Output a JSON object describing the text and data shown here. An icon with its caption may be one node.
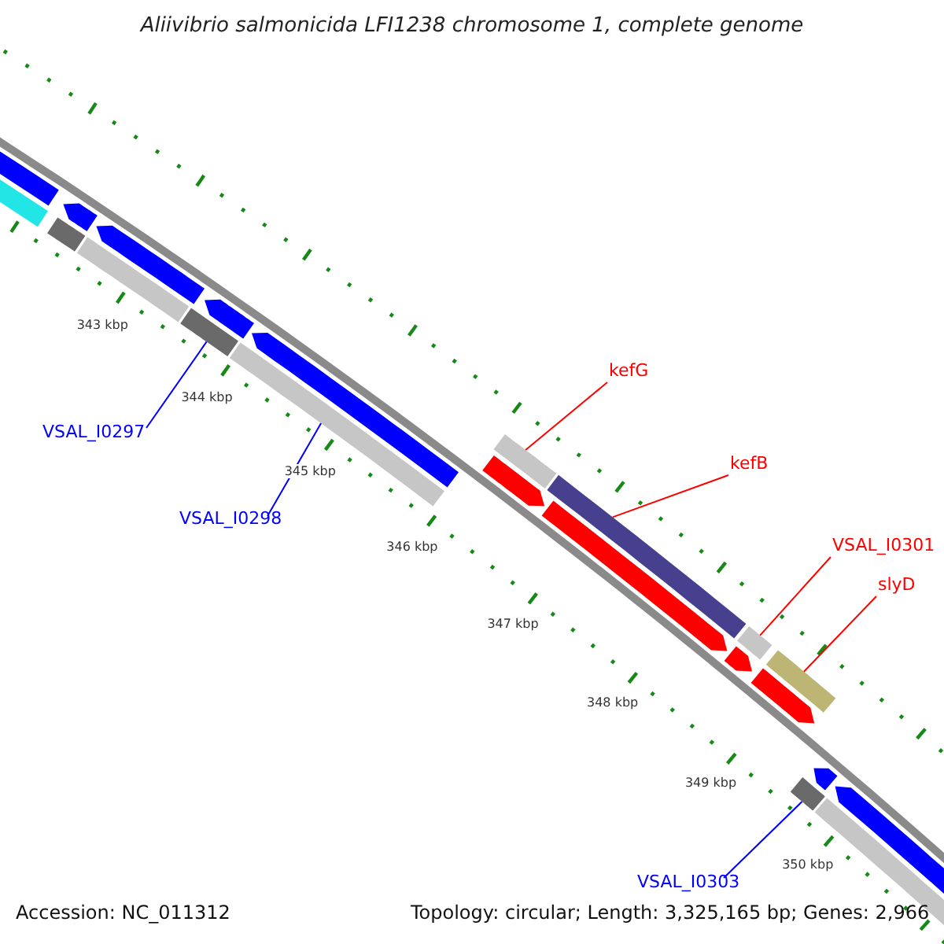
{
  "diagram": {
    "title": "Aliivibrio salmonicida LFI1238 chromosome 1, complete genome",
    "nodes": [
      {
        "text": [
          "kefG"
        ]
      },
      {
        "text": [
          "VSAL_I0297"
        ]
      },
      {
        "text": [
          "kefB"
        ]
      },
      {
        "text": [
          "VSAL_I0298"
        ]
      },
      {
        "text": [
          "VSAL_I0301"
        ]
      },
      {
        "text": [
          "slyD"
        ]
      },
      {
        "text": [
          "VSAL_I0303"
        ]
      },
      {
        "text": [],
        "shape": "arrow"
      },
      {
        "text": [],
        "shape": "bar"
      },
      {
        "text": [],
        "shape": "arrow"
      },
      {
        "text": [],
        "shape": "bar"
      },
      {
        "text": [],
        "shape": "bar"
      },
      {
        "text": [],
        "shape": "arrow"
      },
      {
        "text": [],
        "shape": "bar"
      },
      {
        "text": [],
        "shape": "arrow"
      },
      {
        "text": [],
        "shape": "bar"
      },
      {
        "text": [],
        "shape": "arrow"
      },
      {
        "text": [],
        "shape": "bar"
      },
      {
        "text": [],
        "shape": "arrow"
      },
      {
        "text": [],
        "shape": "bar"
      },
      {
        "text": [],
        "shape": "arrow"
      },
      {
        "text": [],
        "shape": "bar"
      },
      {
        "text": [],
        "shape": "arrow"
      },
      {
        "text": [],
        "shape": "bar"
      },
      {
        "text": [],
        "shape": "arrow"
      },
      {
        "text": [],
        "shape": "bar"
      },
      {
        "text": [],
        "shape": "arrow"
      },
      {
        "text": [],
        "shape": "bar"
      },
      {
        "text": [],
        "shape": "arrow"
      }
    ],
    "edges": [
      {
        "from": 0,
        "to": 17,
        "arrow": "none"
      },
      {
        "from": 1,
        "to": 13,
        "arrow": "none",
        "color": "#0000ff"
      },
      {
        "from": 2,
        "to": 19,
        "arrow": "none"
      },
      {
        "from": 3,
        "to": 15,
        "arrow": "none",
        "color": "#0000ff"
      },
      {
        "from": 4,
        "to": 21,
        "arrow": "none"
      },
      {
        "from": 5,
        "to": 23,
        "arrow": "none"
      },
      {
        "from": 6,
        "to": 25,
        "arrow": "none",
        "color": "#0000ff"
      }
    ],
    "labels": [
      "343 kbp",
      "344 kbp",
      "345 kbp",
      "346 kbp",
      "347 kbp",
      "348 kbp",
      "349 kbp",
      "350 kbp",
      "Accession: NC_011312",
      "Topology: circular; Length: 3,325,165 bp; Genes: 2,966"
    ]
  }
}
